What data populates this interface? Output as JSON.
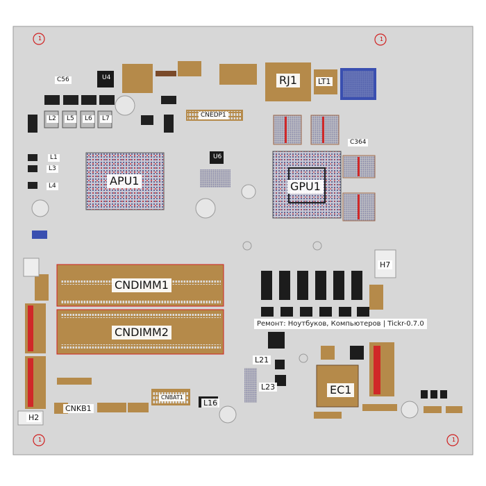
{
  "labels": {
    "c56": "C56",
    "u4": "U4",
    "rj1": "RJ1",
    "lt1": "LT1",
    "cnedp1": "CNEDP1",
    "l2": "L2",
    "l5": "L5",
    "l6": "L6",
    "l7": "L7",
    "c364": "C364",
    "l1": "L1",
    "l3": "L3",
    "l4": "L4",
    "u6": "U6",
    "apu1": "APU1",
    "gpu1": "GPU1",
    "h7": "H7",
    "cndimm1": "CNDIMM1",
    "cndimm2": "CNDIMM2",
    "l21": "L21",
    "l23": "L23",
    "ec1": "EC1",
    "cnbat1": "CNBAT1",
    "l16": "L16",
    "cnkb1": "CNKB1",
    "h2": "H2",
    "pin1": "1"
  },
  "watermark": "Ремонт: Ноутбуков, Компьютеров  |  Tickr-0.7.0",
  "colors": {
    "board": "#d7d7d7",
    "connector": "#b58a4a",
    "chip_dark": "#202020",
    "pad_red": "#e02828",
    "pad_blue": "#3a4fb0",
    "outline": "#9a9a9a"
  }
}
